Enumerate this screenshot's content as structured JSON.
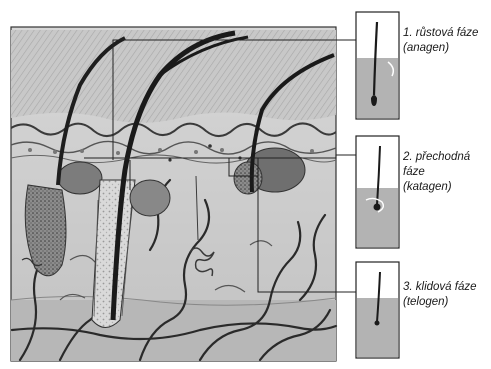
{
  "phases": [
    {
      "lines": [
        "1. růstová fáze",
        "(anagen)"
      ]
    },
    {
      "lines": [
        "2. přechodná",
        "fáze",
        "(katagen)"
      ]
    },
    {
      "lines": [
        "3. klidová fáze",
        "(telogen)"
      ]
    }
  ]
}
